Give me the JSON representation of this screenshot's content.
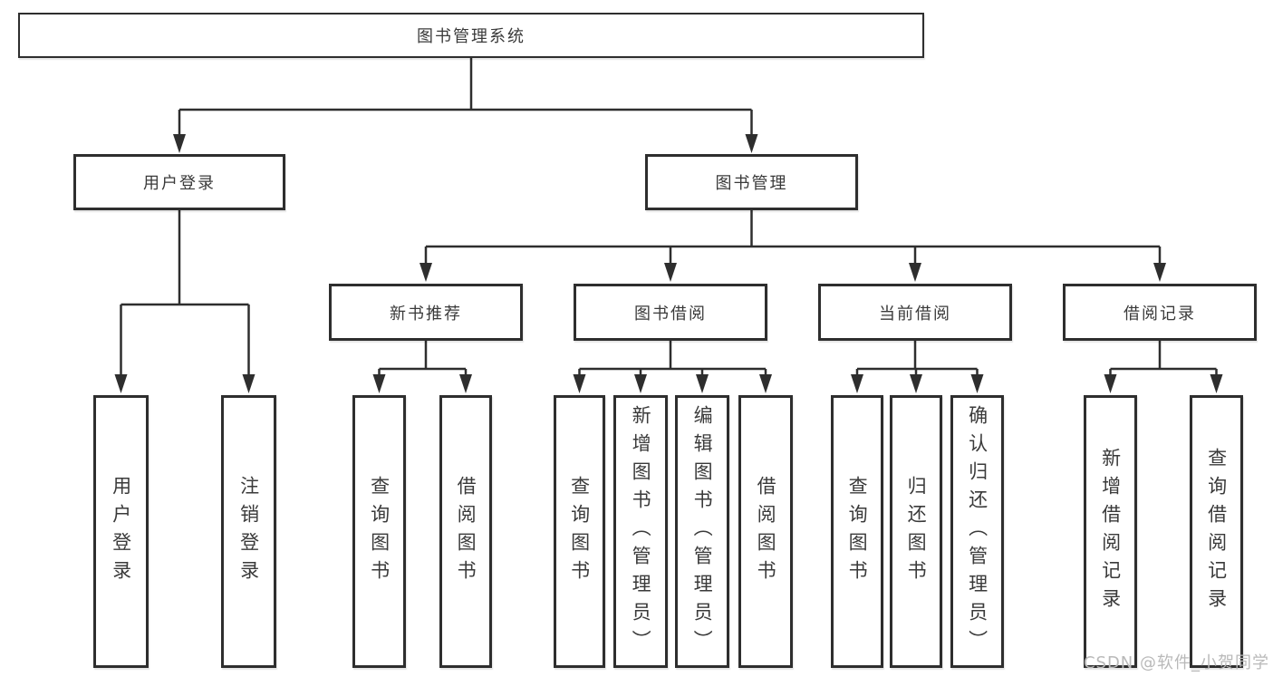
{
  "root": {
    "label": "图书管理系统"
  },
  "branches": [
    {
      "label": "用户登录",
      "children": [
        "用户登录",
        "注销登录"
      ]
    },
    {
      "label": "图书管理"
    }
  ],
  "modules": [
    {
      "label": "新书推荐",
      "children": [
        "查询图书",
        "借阅图书"
      ]
    },
    {
      "label": "图书借阅",
      "children": [
        "查询图书",
        "新增图书（管理员）",
        "编辑图书（管理员）",
        "借阅图书"
      ]
    },
    {
      "label": "当前借阅",
      "children": [
        "查询图书",
        "归还图书",
        "确认归还（管理员）"
      ]
    },
    {
      "label": "借阅记录",
      "children": [
        "新增借阅记录",
        "查询借阅记录"
      ]
    }
  ],
  "watermark": {
    "text": "CSDN @软件_小贺同学"
  },
  "colors": {
    "line": "#2e2e2e",
    "text": "#3a3a3a",
    "background": "#ffffff",
    "watermark": "#b9b9b9"
  }
}
